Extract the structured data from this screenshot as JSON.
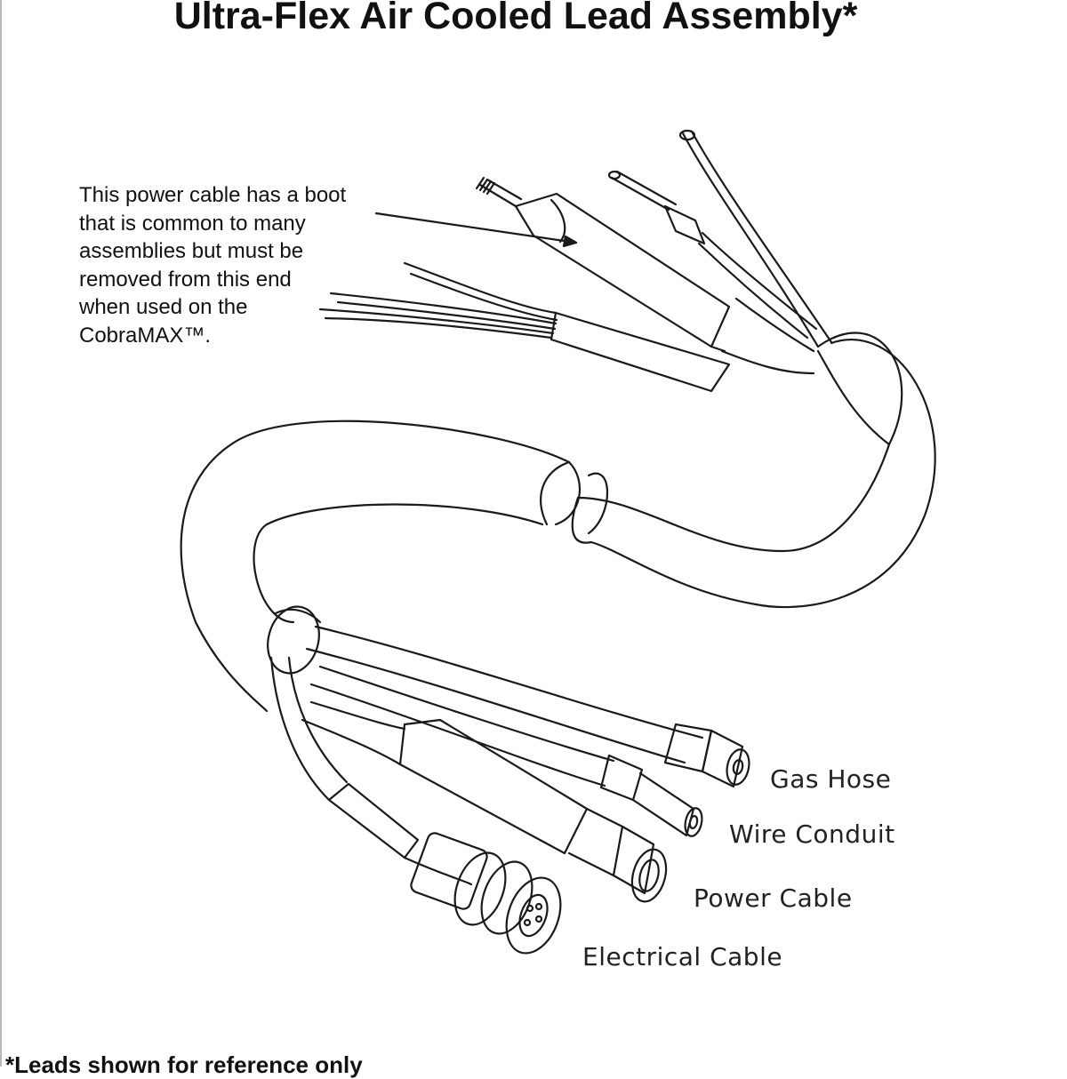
{
  "title": "Ultra-Flex Air Cooled Lead Assembly*",
  "callout": {
    "lines": [
      "This power cable has a boot",
      "that is common to many",
      "assemblies but must be",
      "removed from this end",
      "when used on the",
      "CobraMAX™."
    ]
  },
  "labels": {
    "gas_hose": "Gas Hose",
    "wire_conduit": "Wire Conduit",
    "power_cable": "Power Cable",
    "electrical_cable": "Electrical Cable"
  },
  "footnote": "*Leads shown for reference only",
  "colors": {
    "ink": "#111111",
    "line": "#1a1a1a",
    "paper": "#ffffff"
  }
}
